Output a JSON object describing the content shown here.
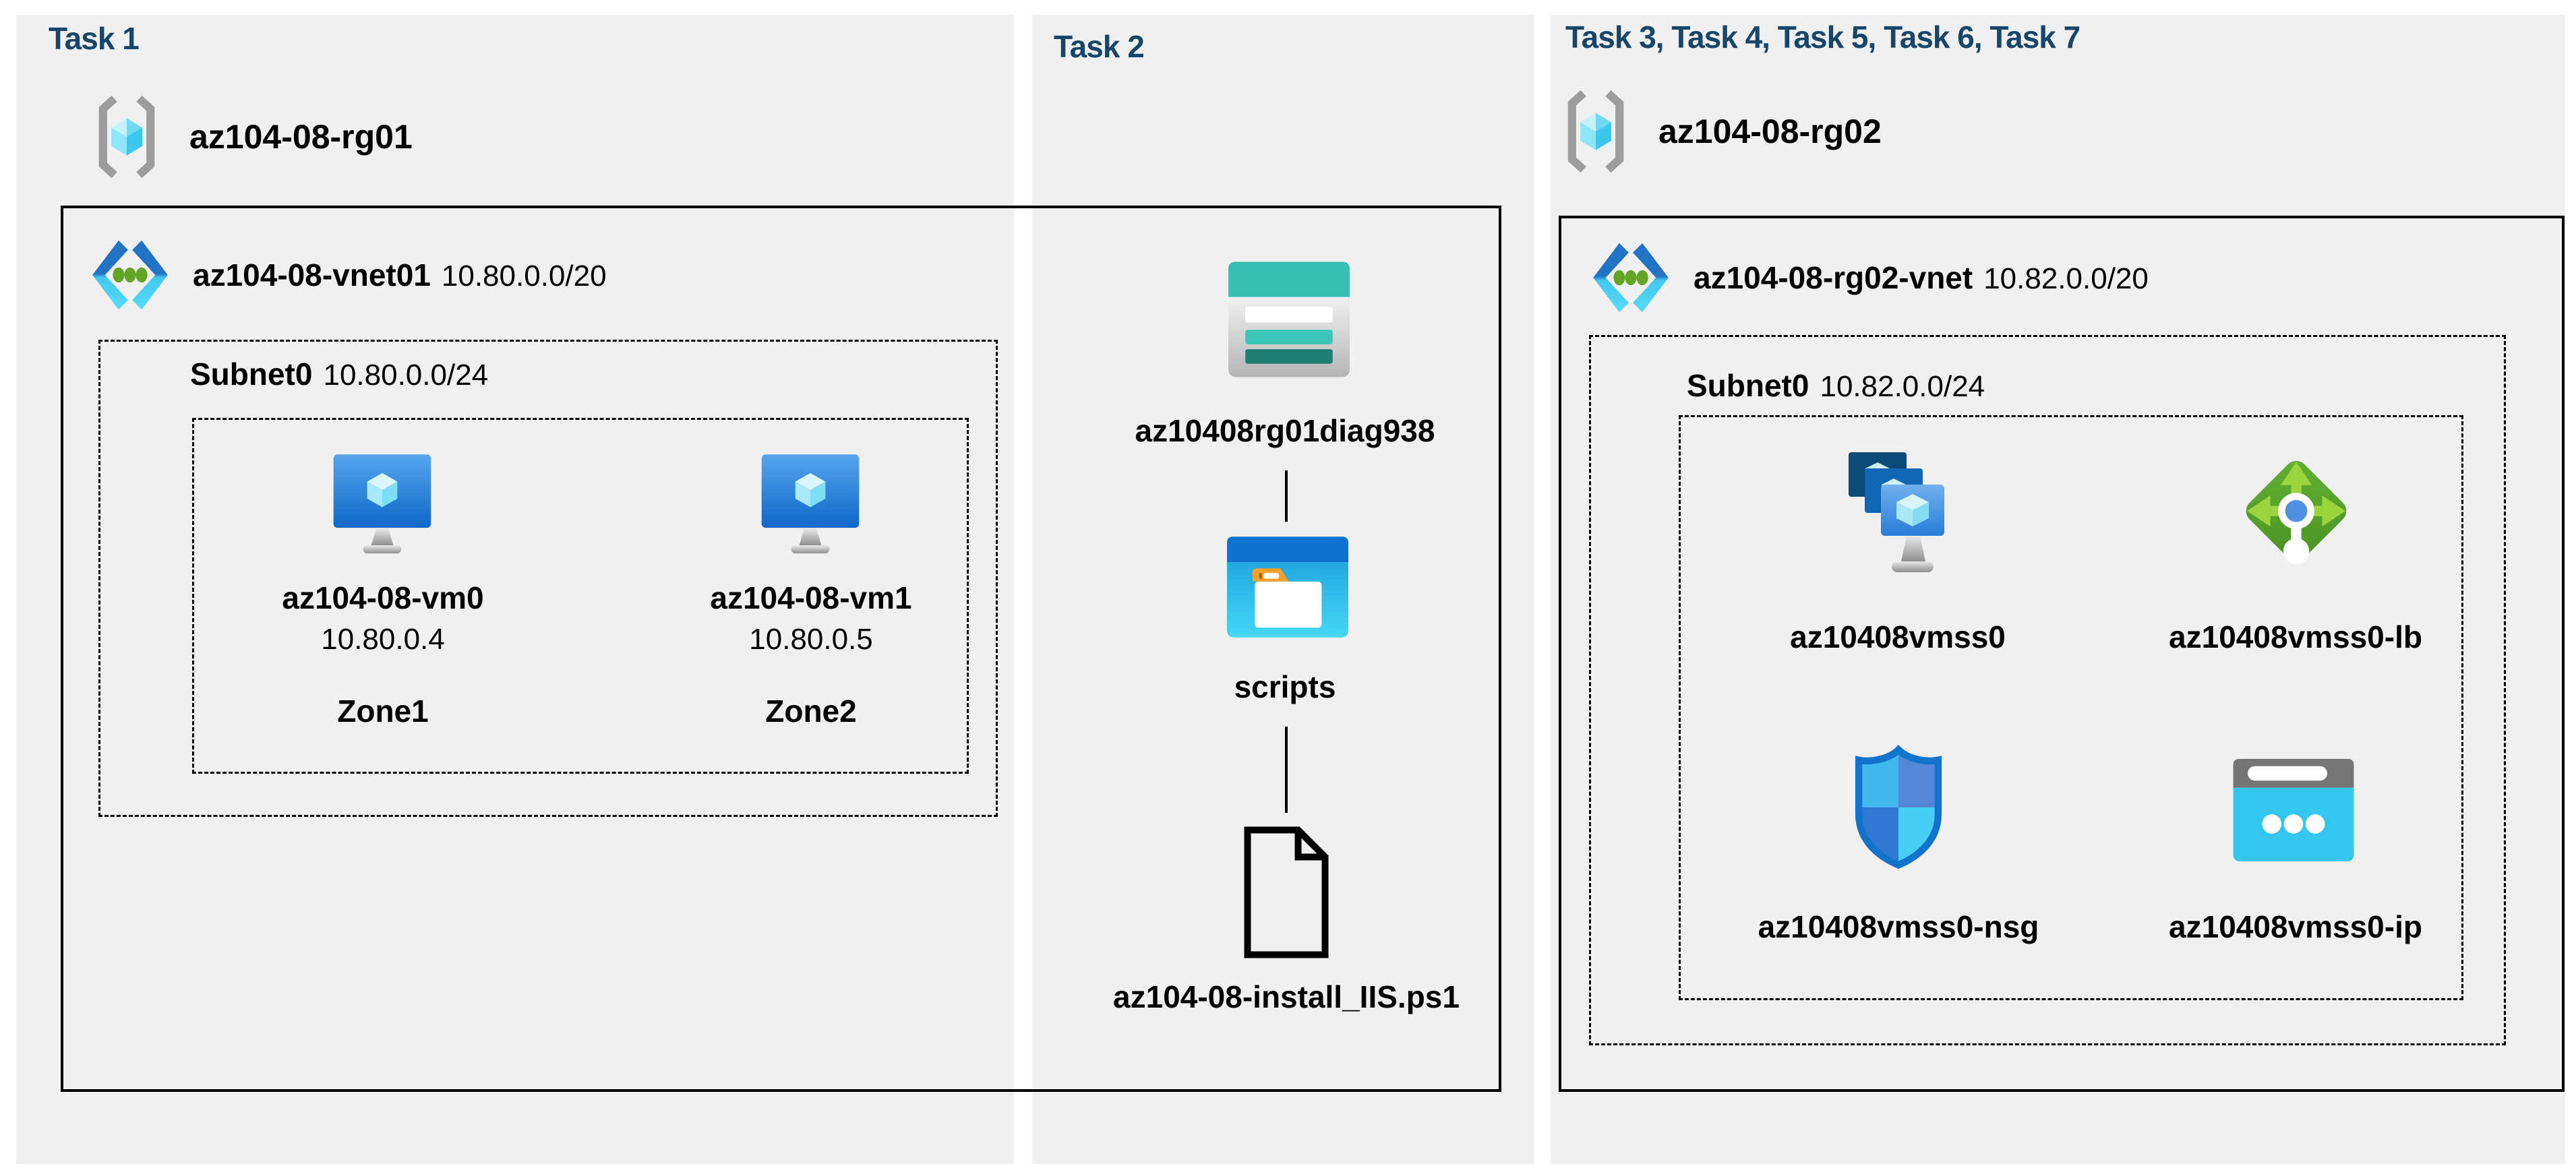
{
  "colors": {
    "title_navy": "#17466b",
    "panel_bg": "#f0f0f0",
    "outline_black": "#000000",
    "storage_teal": "#37c0b1",
    "container_blue": "#0d72d0",
    "lb_green": "#55a12b",
    "ip_cyan": "#35c6ef"
  },
  "task1": {
    "title": "Task 1",
    "resource_group": {
      "name": "az104-08-rg01"
    },
    "vnet": {
      "name": "az104-08-vnet01",
      "cidr": "10.80.0.0/20"
    },
    "subnet": {
      "name": "Subnet0",
      "cidr": "10.80.0.0/24"
    },
    "vms": [
      {
        "name": "az104-08-vm0",
        "ip": "10.80.0.4",
        "zone": "Zone1"
      },
      {
        "name": "az104-08-vm1",
        "ip": "10.80.0.5",
        "zone": "Zone2"
      }
    ]
  },
  "task2": {
    "title": "Task 2",
    "storage_account": {
      "name": "az10408rg01diag938"
    },
    "blob_container": {
      "name": "scripts"
    },
    "script_file": {
      "name": "az104-08-install_IIS.ps1"
    }
  },
  "task3": {
    "title": "Task 3, Task 4, Task 5, Task 6, Task 7",
    "resource_group": {
      "name": "az104-08-rg02"
    },
    "vnet": {
      "name": "az104-08-rg02-vnet",
      "cidr": "10.82.0.0/20"
    },
    "subnet": {
      "name": "Subnet0",
      "cidr": "10.82.0.0/24"
    },
    "vmss": {
      "name": "az10408vmss0"
    },
    "load_balancer": {
      "name": "az10408vmss0-lb"
    },
    "nsg": {
      "name": "az10408vmss0-nsg"
    },
    "public_ip": {
      "name": "az10408vmss0-ip"
    }
  }
}
